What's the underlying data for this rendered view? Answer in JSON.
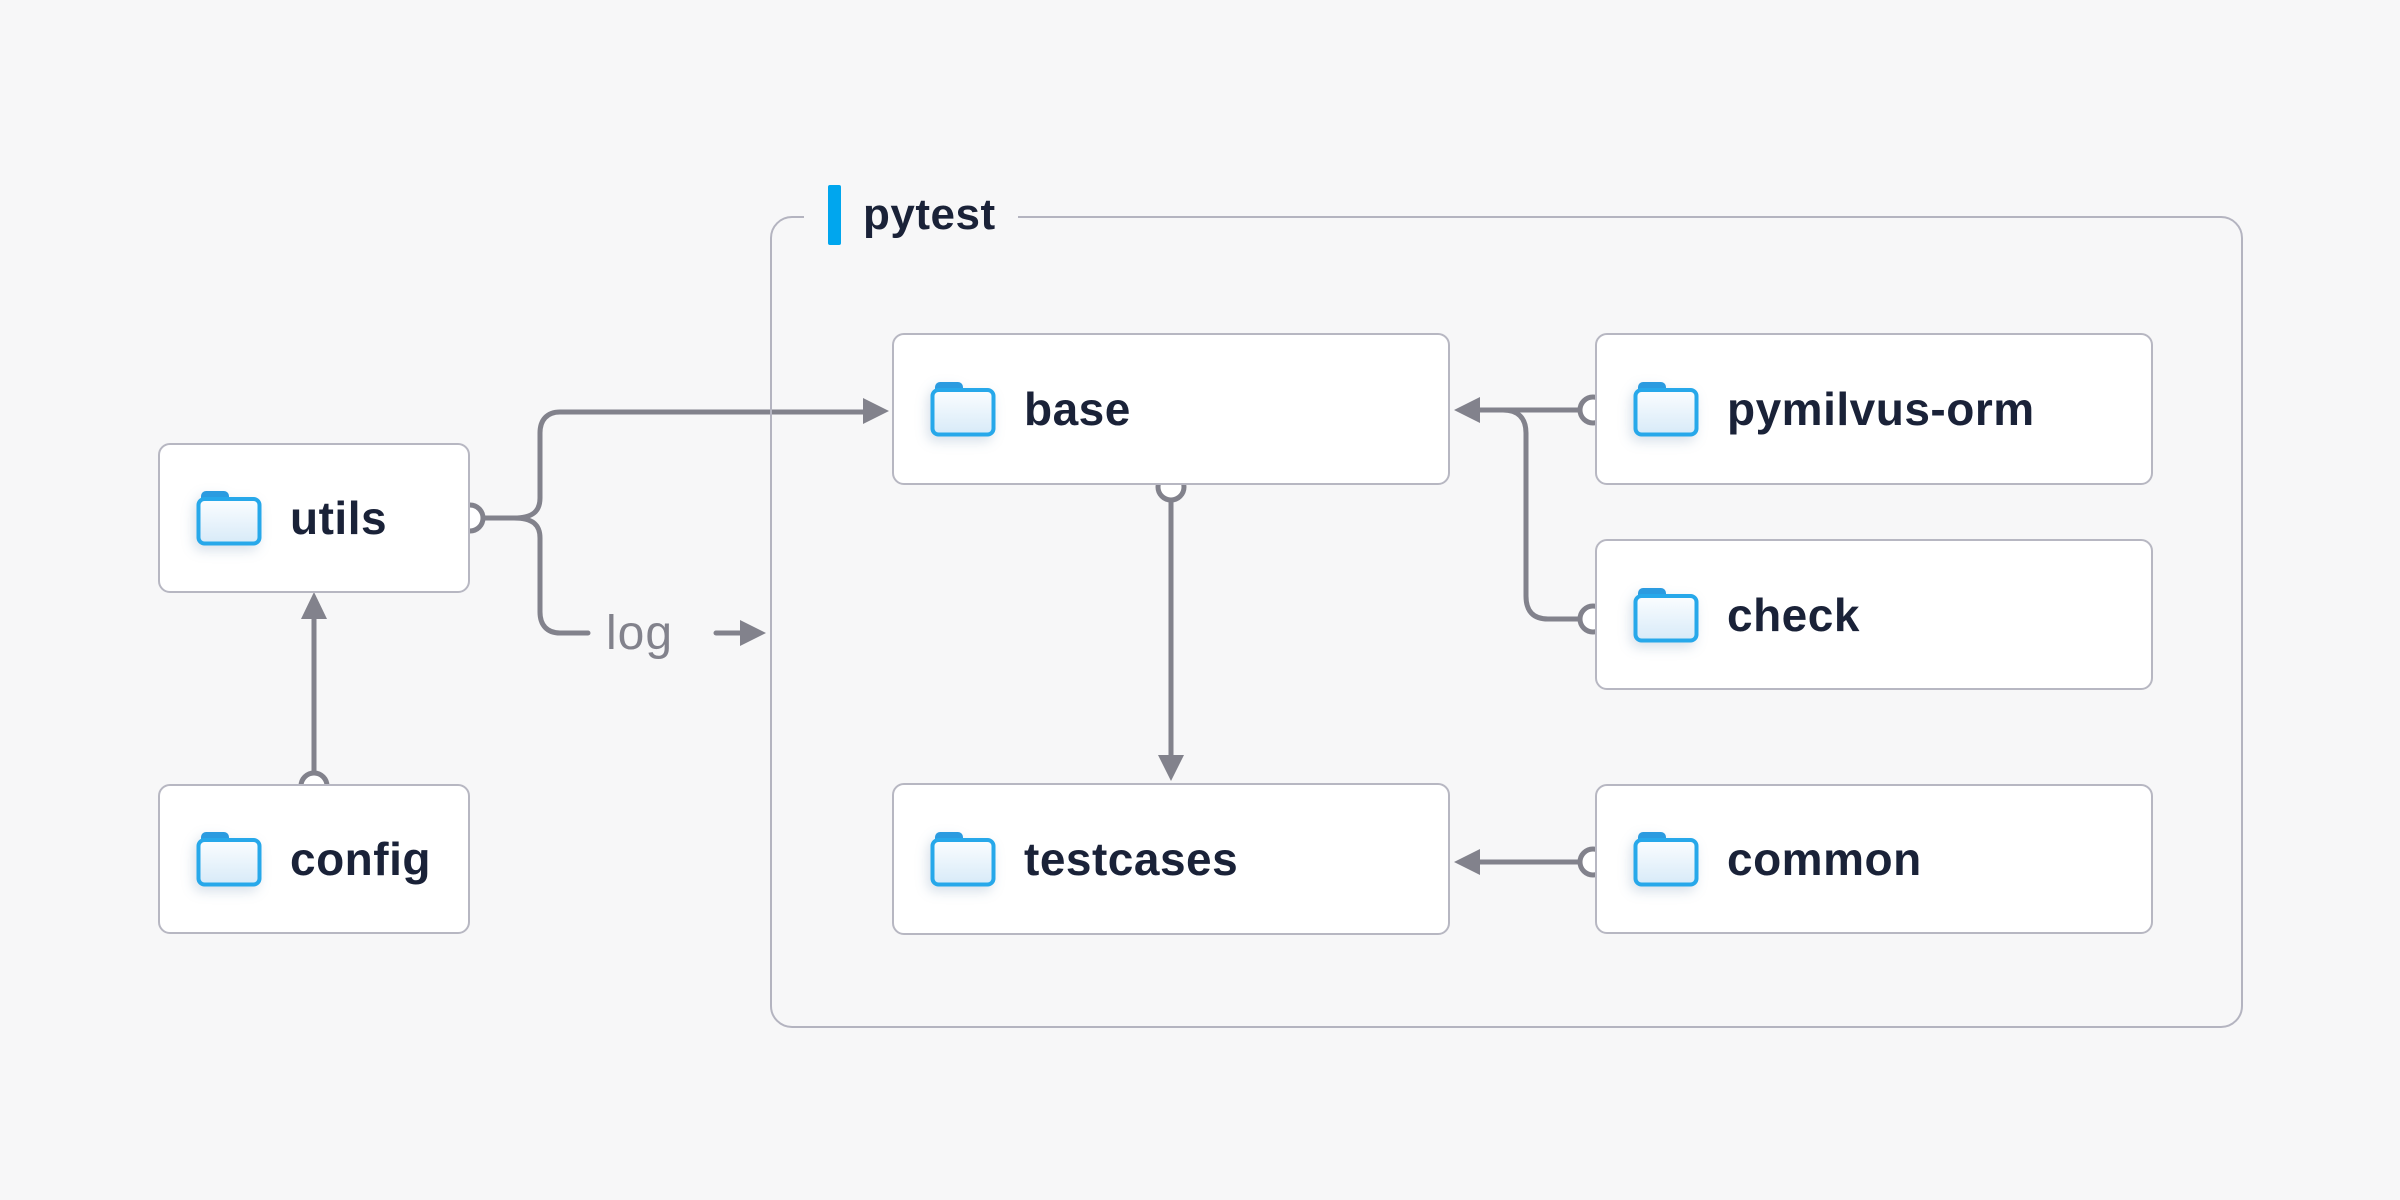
{
  "colors": {
    "bg": "#f7f7f8",
    "node-fill": "#ffffff",
    "node-border": "#b7b7c2",
    "group-border": "#b4b4c0",
    "line": "#82828c",
    "text": "#1a2238",
    "muted": "#82828c",
    "accent": "#00a6ee",
    "folder-stroke": "#27a8ea",
    "folder-tab": "#2b9be0"
  },
  "group": {
    "label": "pytest"
  },
  "nodes": {
    "utils": {
      "label": "utils"
    },
    "config": {
      "label": "config"
    },
    "base": {
      "label": "base"
    },
    "pymilvus_orm": {
      "label": "pymilvus-orm"
    },
    "check": {
      "label": "check"
    },
    "testcases": {
      "label": "testcases"
    },
    "common": {
      "label": "common"
    }
  },
  "edges": [
    {
      "from": "config",
      "to": "utils"
    },
    {
      "from": "utils",
      "to": "base"
    },
    {
      "from": "utils",
      "to": "pytest",
      "label": "log"
    },
    {
      "from": "base",
      "to": "testcases"
    },
    {
      "from": "pymilvus-orm",
      "to": "base"
    },
    {
      "from": "check",
      "to": "base"
    },
    {
      "from": "common",
      "to": "testcases"
    }
  ],
  "edge_label": {
    "text": "log"
  }
}
